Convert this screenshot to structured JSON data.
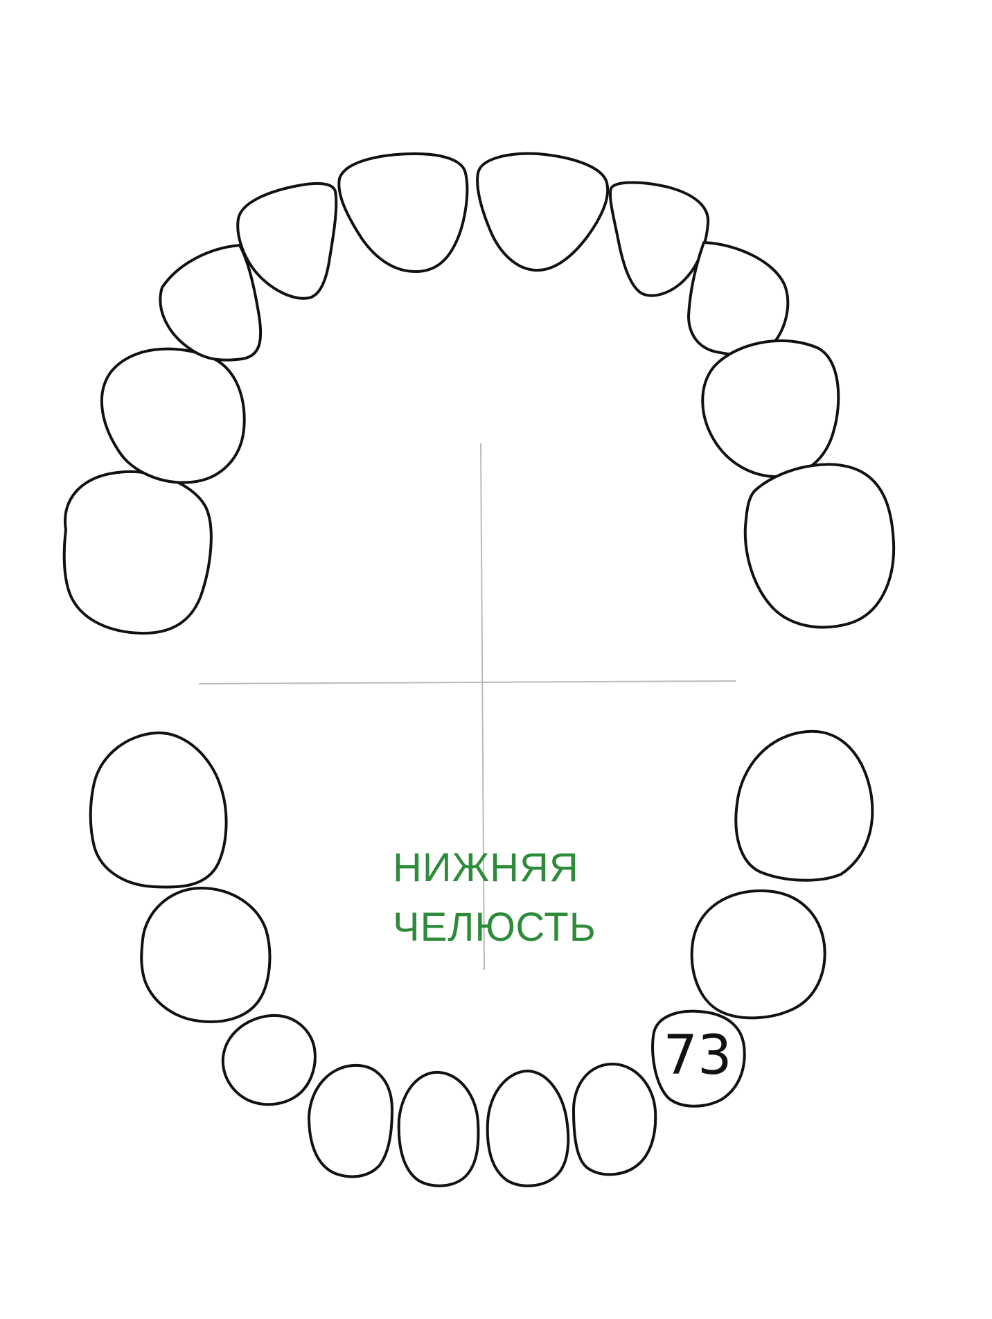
{
  "jaw_label": {
    "line1": "НИЖНЯЯ",
    "line2": "ЧЕЛЮСТЬ",
    "color": "#2e8b3a"
  },
  "marked_tooth": {
    "number": "73"
  },
  "upper_teeth": [
    {
      "id": "upper-right-second-molar"
    },
    {
      "id": "upper-right-first-molar"
    },
    {
      "id": "upper-right-canine"
    },
    {
      "id": "upper-right-lateral-incisor"
    },
    {
      "id": "upper-right-central-incisor"
    },
    {
      "id": "upper-left-central-incisor"
    },
    {
      "id": "upper-left-lateral-incisor"
    },
    {
      "id": "upper-left-canine"
    },
    {
      "id": "upper-left-first-molar"
    },
    {
      "id": "upper-left-second-molar"
    }
  ],
  "lower_teeth": [
    {
      "id": "lower-right-second-molar"
    },
    {
      "id": "lower-right-first-molar"
    },
    {
      "id": "lower-right-canine"
    },
    {
      "id": "lower-right-lateral-incisor"
    },
    {
      "id": "lower-right-central-incisor"
    },
    {
      "id": "lower-left-central-incisor"
    },
    {
      "id": "lower-left-lateral-incisor"
    },
    {
      "id": "lower-left-canine-73"
    },
    {
      "id": "lower-left-first-molar"
    },
    {
      "id": "lower-left-second-molar"
    }
  ]
}
